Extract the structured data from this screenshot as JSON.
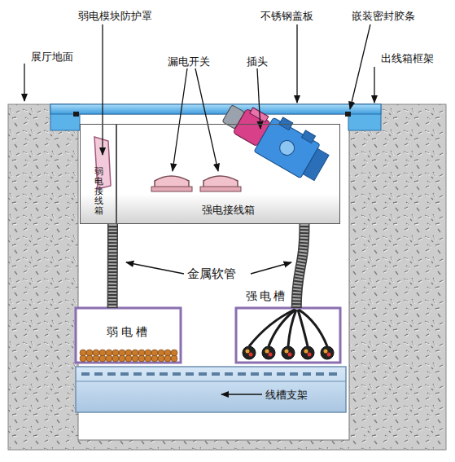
{
  "diagram": {
    "nodes": [
      {
        "text": [
          "弱电 接线箱"
        ]
      },
      {
        "text": [
          "强电接线箱"
        ]
      },
      {
        "text": [
          "弱电槽"
        ]
      },
      {
        "text": [
          "强电槽"
        ]
      }
    ],
    "edges": [
      {
        "from": 0,
        "to": 2,
        "arrow": "none"
      },
      {
        "from": 1,
        "to": 3,
        "arrow": "none"
      }
    ],
    "labels": [
      "展厅地面",
      "弱电模块防护罩",
      "不锈钢盖板",
      "嵌装密封胶条",
      "出线箱框架",
      "漏电开关",
      "插头",
      "金属软管",
      "线槽支架"
    ]
  }
}
